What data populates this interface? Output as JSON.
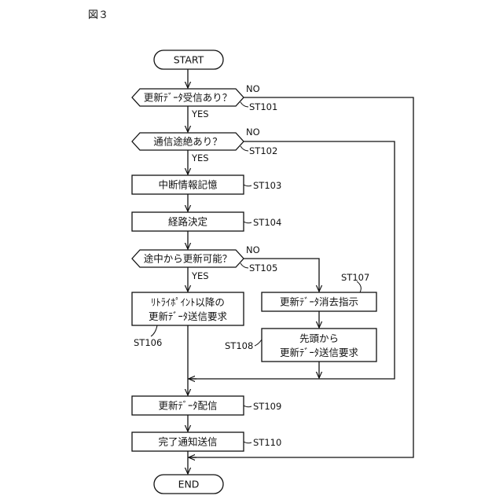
{
  "figure_label": "図３",
  "yes": "YES",
  "no": "NO",
  "nodes": {
    "start": "START",
    "st101": "更新ﾃﾞｰﾀ受信あり？",
    "st102": "通信途絶あり？",
    "st103": "中断情報記憶",
    "st104": "経路決定",
    "st105": "途中から更新可能？",
    "st106_line1": "ﾘﾄﾗｲﾎﾟｲﾝﾄ以降の",
    "st106_line2": "更新ﾃﾞｰﾀ送信要求",
    "st107": "更新ﾃﾞｰﾀ消去指示",
    "st108_line1": "先頭から",
    "st108_line2": "更新ﾃﾞｰﾀ送信要求",
    "st109": "更新ﾃﾞｰﾀ配信",
    "st110": "完了通知送信",
    "end": "END"
  },
  "step_labels": {
    "st101": "ST101",
    "st102": "ST102",
    "st103": "ST103",
    "st104": "ST104",
    "st105": "ST105",
    "st106": "ST106",
    "st107": "ST107",
    "st108": "ST108",
    "st109": "ST109",
    "st110": "ST110"
  }
}
